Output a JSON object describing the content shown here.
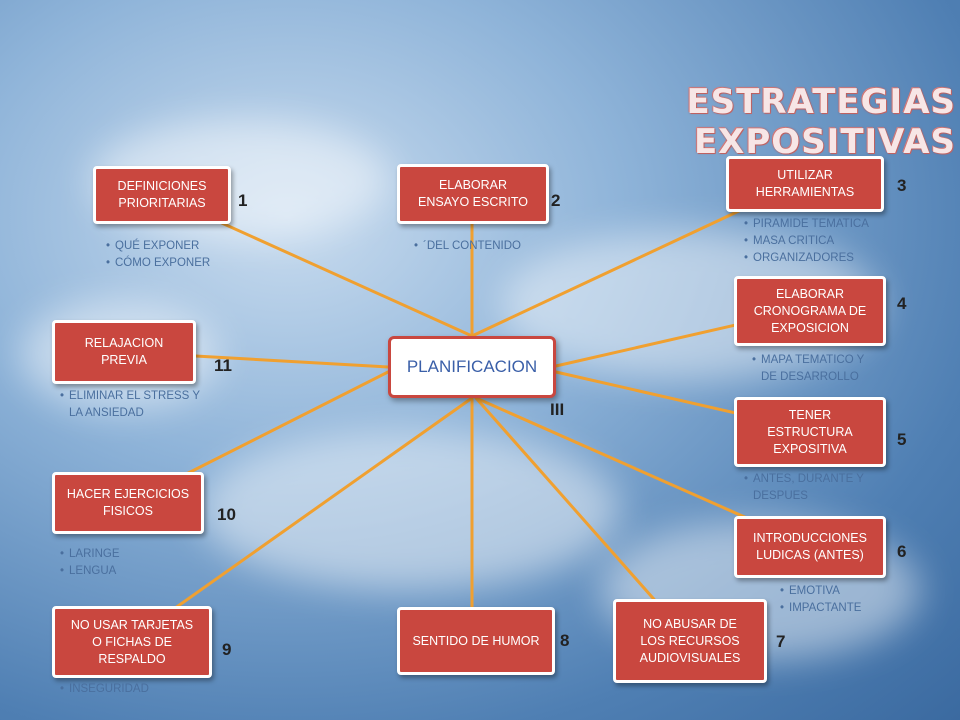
{
  "title": "ESTRATEGIAS EXPOSITIVAS",
  "center": {
    "label": "PLANIFICACION",
    "number": "III"
  },
  "colors": {
    "box": "#c9473f",
    "connector": "#f0a030",
    "center_text": "#3a5fa8",
    "bullet_text": "#4a6f9e"
  },
  "nodes": [
    {
      "number": "1",
      "label": "DEFINICIONES\nPRIORITARIAS",
      "bullets": [
        "QUÉ EXPONER",
        "CÓMO EXPONER"
      ]
    },
    {
      "number": "2",
      "label": "ELABORAR\nENSAYO ESCRITO",
      "bullets": [
        "´DEL CONTENIDO"
      ]
    },
    {
      "number": "3",
      "label": "UTILIZAR\nHERRAMIENTAS",
      "bullets": [
        "PIRAMIDE TEMATICA",
        "MASA CRITICA",
        "ORGANIZADORES"
      ]
    },
    {
      "number": "4",
      "label": "ELABORAR\nCRONOGRAMA DE\nEXPOSICION",
      "bullets": [
        "MAPA TEMATICO Y\nDE DESARROLLO"
      ]
    },
    {
      "number": "5",
      "label": "TENER\nESTRUCTURA\nEXPOSITIVA",
      "bullets": [
        "ANTES, DURANTE Y\nDESPUES"
      ]
    },
    {
      "number": "6",
      "label": "INTRODUCCIONES\nLUDICAS (ANTES)",
      "bullets": [
        "EMOTIVA",
        "IMPACTANTE"
      ]
    },
    {
      "number": "7",
      "label": "NO ABUSAR DE\nLOS RECURSOS\nAUDIOVISUALES",
      "bullets": []
    },
    {
      "number": "8",
      "label": "SENTIDO DE HUMOR",
      "bullets": []
    },
    {
      "number": "9",
      "label": "NO USAR TARJETAS\nO FICHAS DE\nRESPALDO",
      "bullets": [
        "INSEGURIDAD"
      ]
    },
    {
      "number": "10",
      "label": "HACER EJERCICIOS\nFISICOS",
      "bullets": [
        "LARINGE",
        "LENGUA"
      ]
    },
    {
      "number": "11",
      "label": "RELAJACION\nPREVIA",
      "bullets": [
        "ELIMINAR EL STRESS Y\nLA ANSIEDAD"
      ]
    }
  ]
}
